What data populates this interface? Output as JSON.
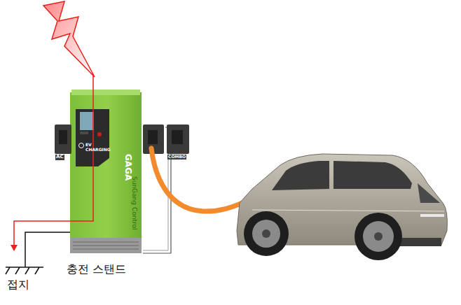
{
  "diagram": {
    "labels": [
      "AC",
      "EV CHARGING",
      "COMBO",
      "GAGA",
      "SunGang Control",
      "충전 스탠드",
      "접지"
    ]
  }
}
